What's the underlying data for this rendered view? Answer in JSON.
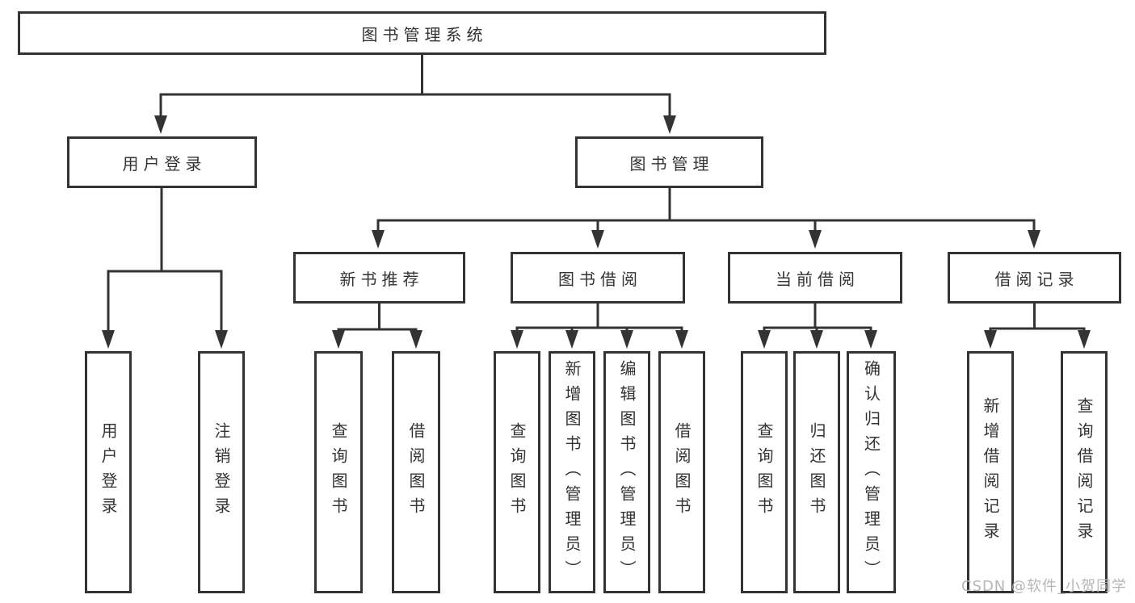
{
  "diagram": {
    "type": "hierarchy-tree",
    "title": "图书管理系统",
    "colors": {
      "line": "#333333",
      "text": "#333333",
      "box_background": "#ffffff",
      "page_background": "#ffffff",
      "watermark": "#b6b6b6"
    },
    "nodes": {
      "root": "图书管理系统",
      "user_login": "用户登录",
      "book_management": "图书管理",
      "new_book_recommend": "新书推荐",
      "book_borrow": "图书借阅",
      "current_borrow": "当前借阅",
      "borrow_records": "借阅记录",
      "login": "用户登录",
      "logout": "注销登录",
      "recommend_query_book": "查询图书",
      "recommend_borrow_book": "借阅图书",
      "borrow_query_book": "查询图书",
      "borrow_add_book": "新增图书（管理员）",
      "borrow_edit_book": "编辑图书（管理员）",
      "borrow_borrow_book": "借阅图书",
      "current_query_book": "查询图书",
      "current_return_book": "归还图书",
      "current_confirm_return": "确认归还（管理员）",
      "records_add_record": "新增借阅记录",
      "records_query_record": "查询借阅记录"
    },
    "edges": [
      [
        "图书管理系统",
        "用户登录"
      ],
      [
        "图书管理系统",
        "图书管理"
      ],
      [
        "用户登录",
        "用户登录(子)"
      ],
      [
        "用户登录",
        "注销登录"
      ],
      [
        "图书管理",
        "新书推荐"
      ],
      [
        "图书管理",
        "图书借阅"
      ],
      [
        "图书管理",
        "当前借阅"
      ],
      [
        "图书管理",
        "借阅记录"
      ],
      [
        "新书推荐",
        "查询图书"
      ],
      [
        "新书推荐",
        "借阅图书"
      ],
      [
        "图书借阅",
        "查询图书"
      ],
      [
        "图书借阅",
        "新增图书（管理员）"
      ],
      [
        "图书借阅",
        "编辑图书（管理员）"
      ],
      [
        "图书借阅",
        "借阅图书"
      ],
      [
        "当前借阅",
        "查询图书"
      ],
      [
        "当前借阅",
        "归还图书"
      ],
      [
        "当前借阅",
        "确认归还（管理员）"
      ],
      [
        "借阅记录",
        "新增借阅记录"
      ],
      [
        "借阅记录",
        "查询借阅记录"
      ]
    ]
  },
  "watermark": "CSDN @软件_小贺同学"
}
